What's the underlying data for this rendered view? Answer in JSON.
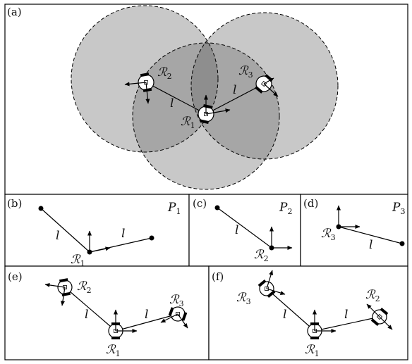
{
  "panels": {
    "a": "(a)",
    "b": "(b)",
    "c": "(c)",
    "d": "(d)",
    "e": "(e)",
    "f": "(f)"
  },
  "symbols": {
    "robot": "ℛ",
    "pattern": "P",
    "length": "l",
    "idx1": "1",
    "idx2": "2",
    "idx3": "3"
  },
  "colors": {
    "disk_fill": "#c8c8c8",
    "overlap_fill": "#9a9a9a",
    "line": "#000000"
  }
}
